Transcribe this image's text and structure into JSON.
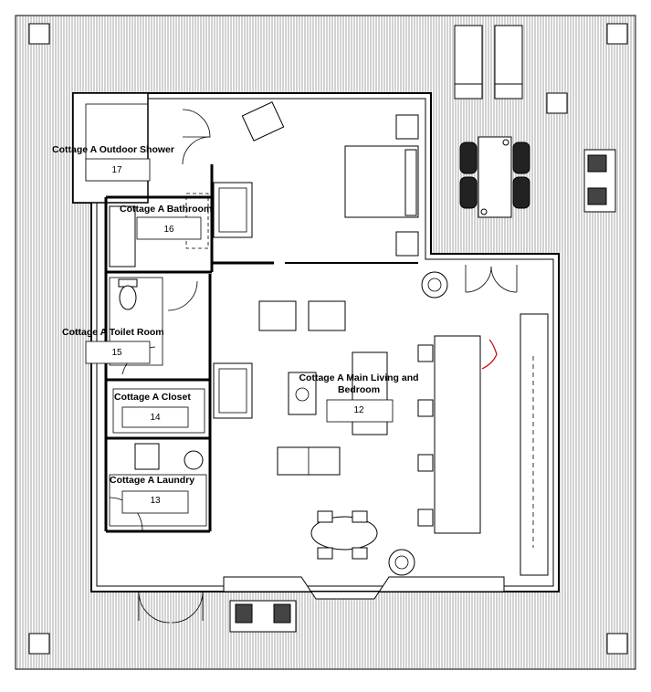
{
  "rooms": [
    {
      "id": "outdoor-shower",
      "name": "Cottage A Outdoor Shower",
      "number": "17"
    },
    {
      "id": "bathroom",
      "name": "Cottage A Bathroom",
      "number": "16"
    },
    {
      "id": "toilet-room",
      "name": "Cottage A Toilet Room",
      "number": "15"
    },
    {
      "id": "closet",
      "name": "Cottage A Closet",
      "number": "14"
    },
    {
      "id": "laundry",
      "name": "Cottage A Laundry",
      "number": "13"
    },
    {
      "id": "main-living",
      "name_line1": "Cottage A Main Living and",
      "name_line2": "Bedroom",
      "number": "12"
    }
  ],
  "colors": {
    "deck_hatch": "#9a9a9a",
    "wall": "#000000",
    "accent_red": "#cc0000"
  }
}
